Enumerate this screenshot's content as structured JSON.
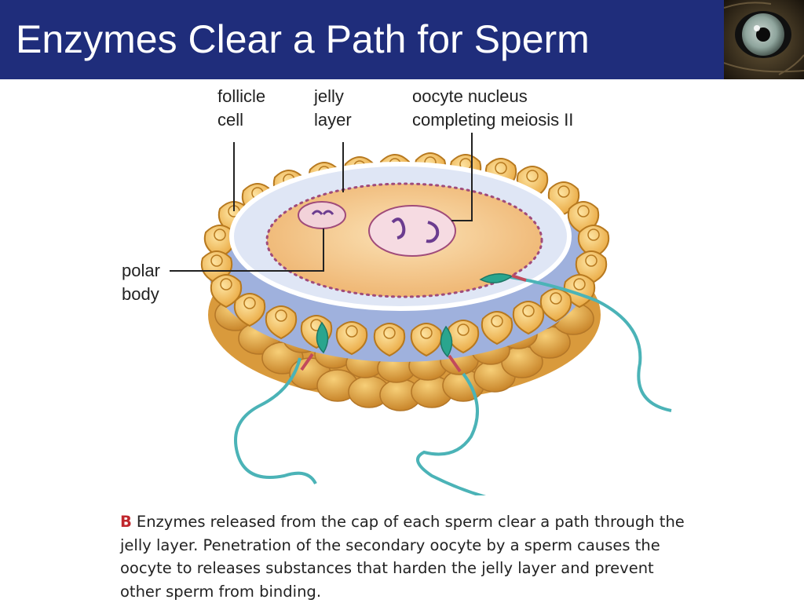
{
  "slide": {
    "title": "Enzymes Clear a Path for Sperm"
  },
  "labels": {
    "follicle_cell": [
      "follicle",
      "cell"
    ],
    "jelly_layer": [
      "jelly",
      "layer"
    ],
    "oocyte_nucleus": [
      "oocyte nucleus",
      "completing meiosis II"
    ],
    "polar_body": [
      "polar",
      "body"
    ]
  },
  "caption": {
    "letter": "B",
    "text": "Enzymes released from the cap of each sperm clear a path through the jelly layer. Penetration of the secondary oocyte by a sperm causes the oocyte to releases substances that harden the jelly layer and prevent other sperm from binding."
  },
  "colors": {
    "title_bar": "#1f2d7b",
    "follicle_fill": "#f3bd55",
    "follicle_stroke": "#b7791f",
    "oocyte_fill": "#f4c98a",
    "jelly_layer": "#c7d3ec",
    "sperm_head": "#2aa58e",
    "sperm_tail": "#4bb3b7",
    "caption_letter": "#c0272d"
  }
}
